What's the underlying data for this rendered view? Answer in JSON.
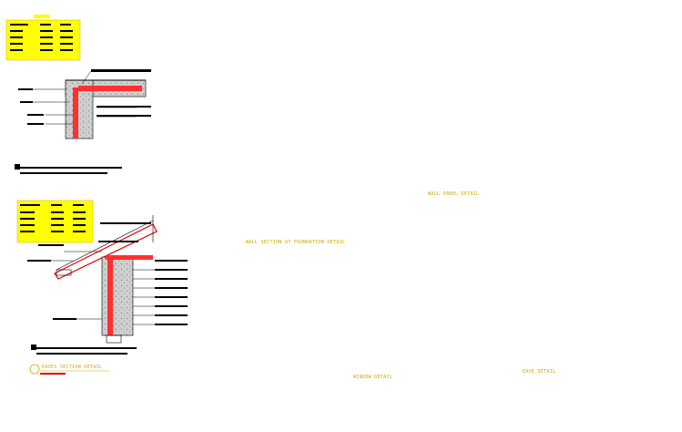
{
  "drawing": {
    "background": "#ffffff",
    "colors": {
      "line": "#000000",
      "accent_red": "#e00000",
      "title_yellow": "#ffff00",
      "fill_gray": "#c8c8c8",
      "green": "#00c000",
      "cyan": "#00c0ff",
      "blue": "#0000ff"
    },
    "details": [
      {
        "id": "corner-detail-top-left",
        "caption": ""
      },
      {
        "id": "eave-detail-left",
        "caption": "EAVES SECTION DETAIL"
      },
      {
        "id": "foundation-wall-detail",
        "caption": "WALL SECTION AT FOUNDATION DETAIL"
      },
      {
        "id": "colored-wall-section",
        "caption": ""
      },
      {
        "id": "window-jamb-detail",
        "caption": "WINDOW DETAIL"
      },
      {
        "id": "wall-panel-detail",
        "caption": "WALL PANEL DETAIL"
      },
      {
        "id": "connector-detail",
        "caption": ""
      },
      {
        "id": "roof-eave-details-right",
        "caption": "EAVE DETAIL"
      }
    ]
  }
}
